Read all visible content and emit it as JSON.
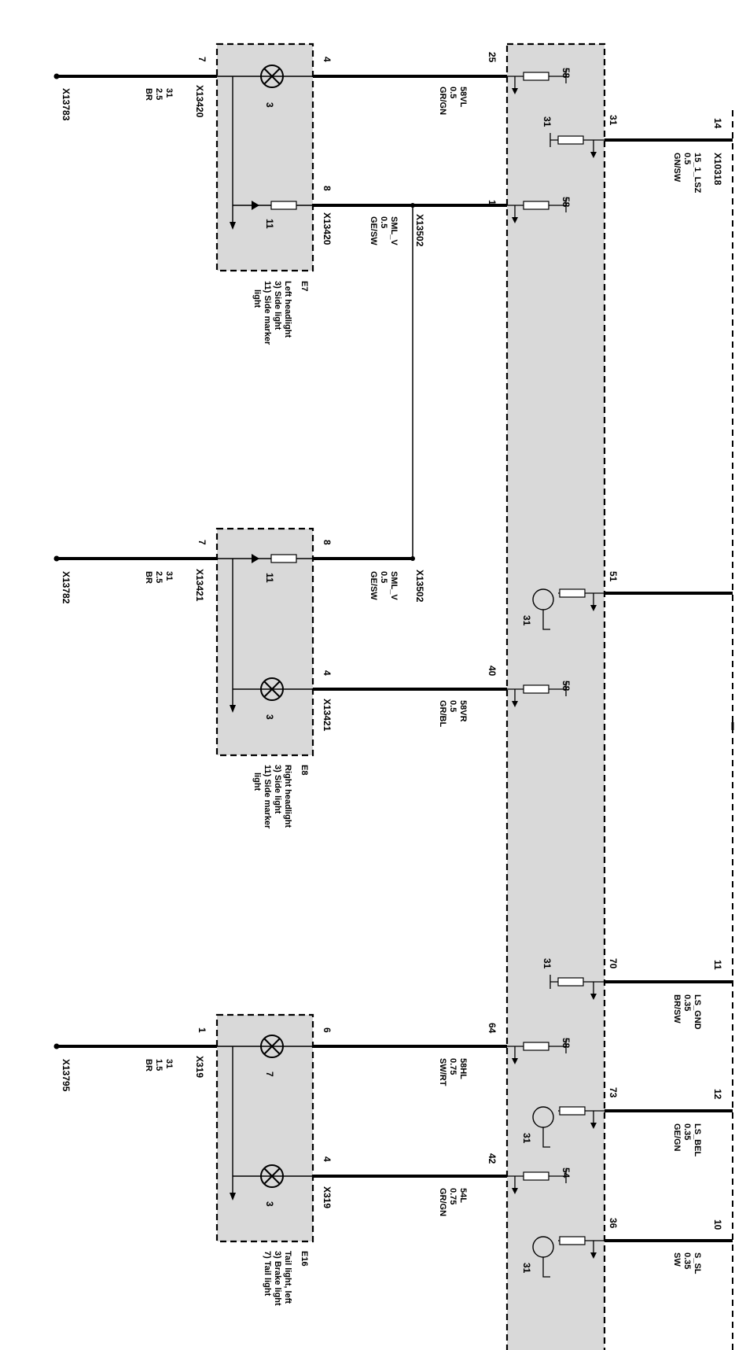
{
  "module_pins": [
    "25",
    "1",
    "31",
    "14",
    "51",
    "40",
    "70",
    "11",
    "64",
    "73",
    "12",
    "42",
    "36",
    "10"
  ],
  "component_pins": {
    "e7_left": [
      "7",
      "4",
      "8"
    ],
    "e8_left": [
      "7",
      "8",
      "4"
    ],
    "e16_left": [
      "1",
      "6",
      "4"
    ]
  },
  "bulbs": {
    "e7_main": "3",
    "e7_side": "11",
    "e8_side": "11",
    "e8_main": "3",
    "e16_tail": "7",
    "e16_brake": "3"
  },
  "internal": {
    "t58_1": "58",
    "t58_2": "58",
    "t58_3": "58",
    "t58_4": "58",
    "t54": "54",
    "g31_1": "31",
    "g31_2": "31",
    "g31_3": "31",
    "g31_4": "31",
    "g31_5": "31"
  },
  "connectors": {
    "x13783": "X13783",
    "x13420_a": "X13420",
    "x13420_b": "X13420",
    "x13502_a": "X13502",
    "x13782": "X13782",
    "x13421_a": "X13421",
    "x13421_b": "X13421",
    "x13502_b": "X13502",
    "x13795": "X13795",
    "x319_a": "X319",
    "x319_b": "X319",
    "x10318": "X10318"
  },
  "wires": {
    "e7_gnd": [
      "31",
      "2.5",
      "BR"
    ],
    "e7_58vl": [
      "58VL",
      "0.5",
      "GR/GN"
    ],
    "e7_sml": [
      "SML_V",
      "0.5",
      "GE/SW"
    ],
    "e8_gnd": [
      "31",
      "2.5",
      "BR"
    ],
    "e8_sml": [
      "SML_V",
      "0.5",
      "GE/SW"
    ],
    "e8_58vr": [
      "58VR",
      "0.5",
      "GR/BL"
    ],
    "e16_gnd": [
      "31",
      "1.5",
      "BR"
    ],
    "e16_58hl": [
      "58HL",
      "0.75",
      "SW/RT"
    ],
    "e16_54l": [
      "54L",
      "0.75",
      "GR/GN"
    ],
    "r_15lsz": [
      "15_1_LSZ",
      "0.5",
      "GN/SW"
    ],
    "r_lsgnd": [
      "LS_GND",
      "0.35",
      "BR/SW"
    ],
    "r_lsbel": [
      "LS_BEL",
      "0.35",
      "GE/GN"
    ],
    "r_ssl": [
      "S_SL",
      "0.35",
      "SW"
    ]
  },
  "components": {
    "e7": {
      "id": "E7",
      "lines": [
        "Left headlight",
        "3) Side light",
        "11) Side marker",
        "light"
      ]
    },
    "e8": {
      "id": "E8",
      "lines": [
        "Right headlight",
        "3) Side light",
        "11) Side marker",
        "light"
      ]
    },
    "e16": {
      "id": "E16",
      "lines": [
        "Tail light, left",
        "3) Brake light",
        "7) Tail light"
      ]
    }
  }
}
